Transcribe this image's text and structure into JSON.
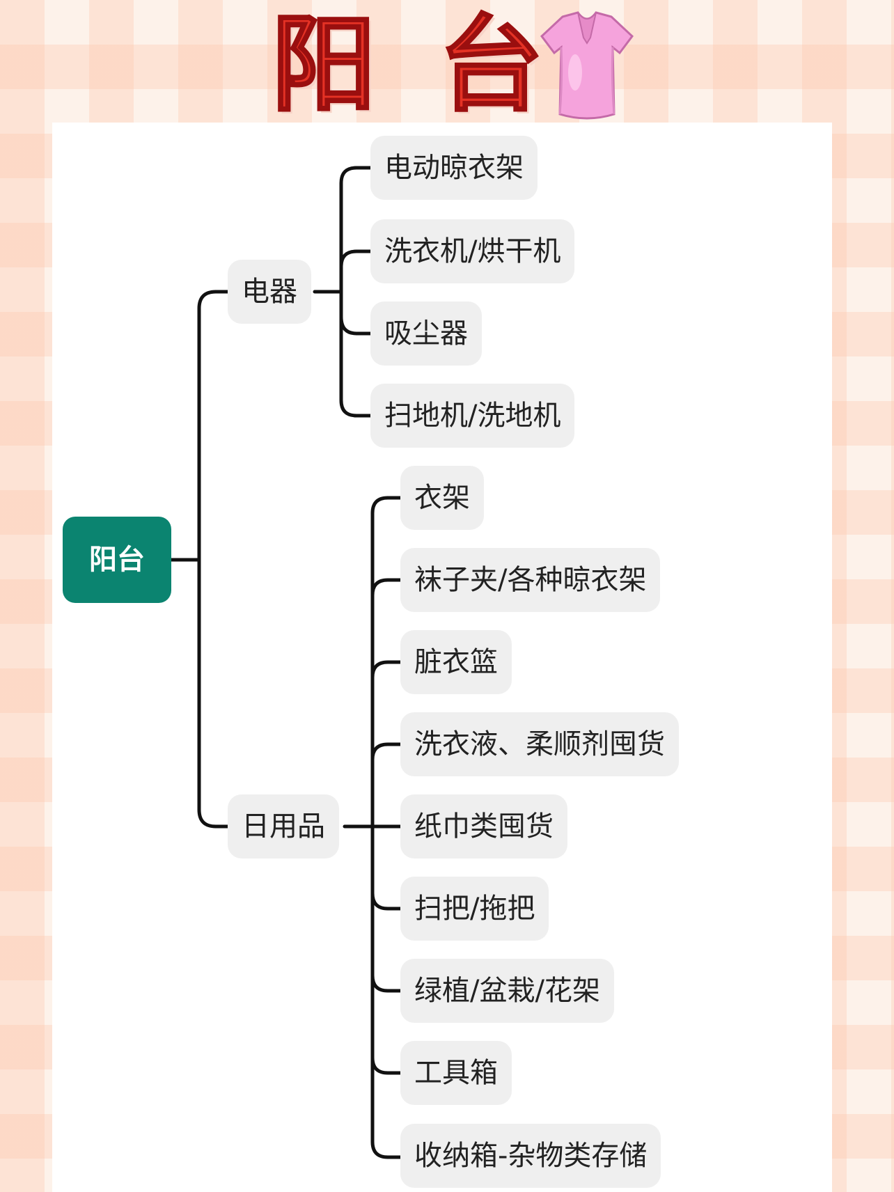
{
  "title": {
    "char1": "阳",
    "char2": "台",
    "icon": "blouse-icon"
  },
  "colors": {
    "root_bg": "#0b8470",
    "node_bg": "#efefef",
    "edge": "#111111",
    "title": "#e53225",
    "shirt": "#f5a3dc"
  },
  "root": {
    "label": "阳台"
  },
  "branches": [
    {
      "label": "电器",
      "children": [
        "电动晾衣架",
        "洗衣机/烘干机",
        "吸尘器",
        "扫地机/洗地机"
      ]
    },
    {
      "label": "日用品",
      "children": [
        "衣架",
        "袜子夹/各种晾衣架",
        "脏衣篮",
        "洗衣液、柔顺剂囤货",
        "纸巾类囤货",
        "扫把/拖把",
        "绿植/盆栽/花架",
        "工具箱",
        "收纳箱-杂物类存储"
      ]
    }
  ]
}
